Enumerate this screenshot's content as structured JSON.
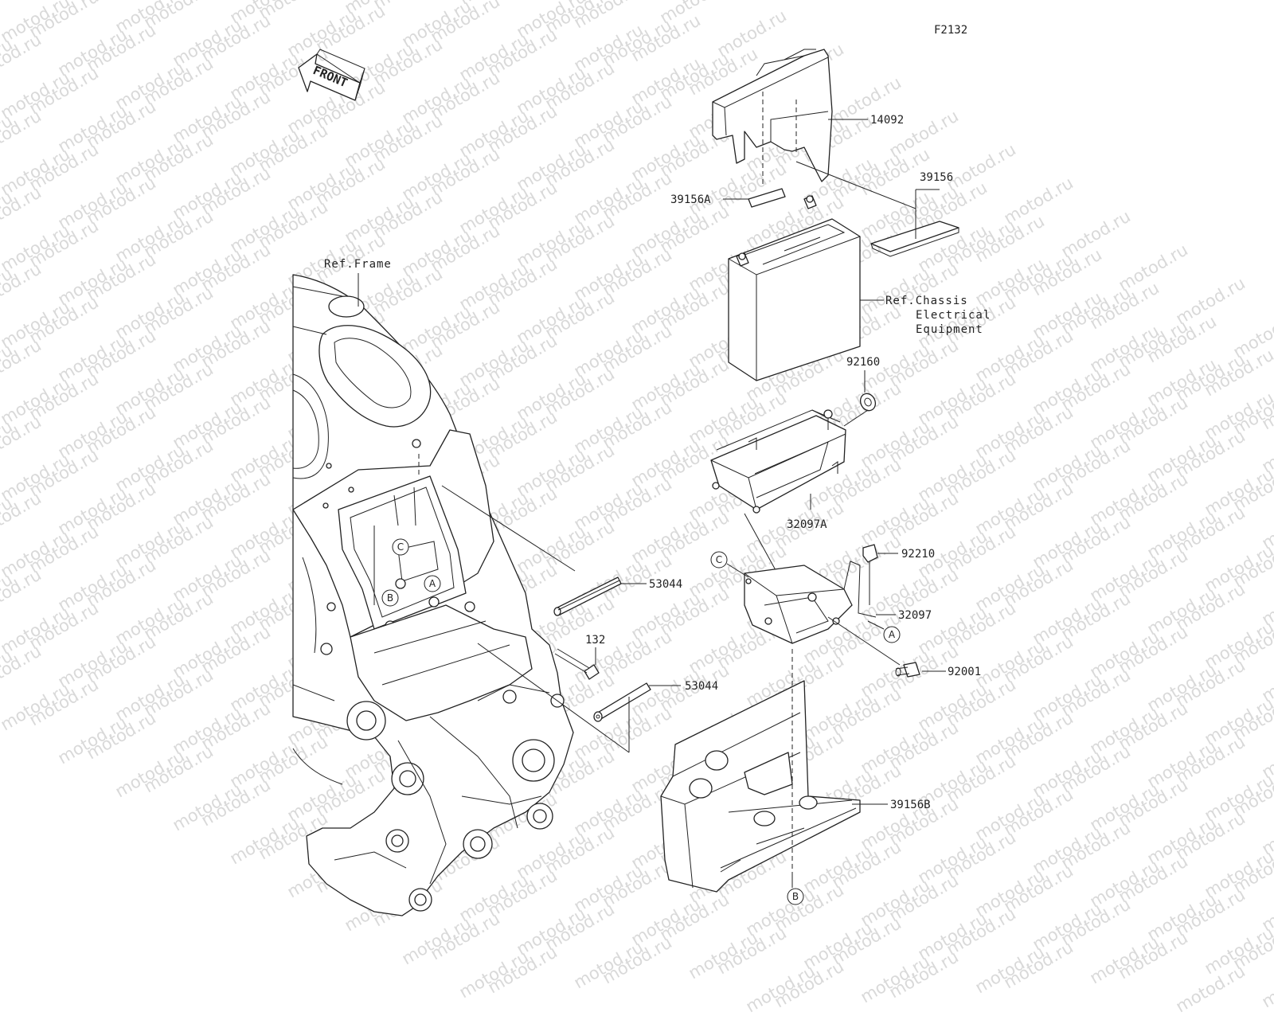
{
  "diagram_code": "F2132",
  "front_label": "FRONT",
  "watermark_text": "motod.ru",
  "reference_labels": {
    "frame": "Ref.Frame",
    "chassis_line1": "Ref.Chassis",
    "chassis_line2": "Electrical",
    "chassis_line3": "Equipment"
  },
  "part_labels": {
    "p14092": "14092",
    "p39156A": "39156A",
    "p39156": "39156",
    "p92160": "92160",
    "p32097A": "32097A",
    "p92210": "92210",
    "p32097": "32097",
    "p92001": "92001",
    "p53044_upper": "53044",
    "p53044_lower": "53044",
    "p132": "132",
    "p39156B": "39156B"
  },
  "callout_letters": {
    "frame_c": "C",
    "frame_a": "A",
    "frame_b": "B",
    "bracket_c": "C",
    "bracket_a": "A",
    "bottom_b": "B"
  },
  "colors": {
    "line": "#222222",
    "watermark": "#d9d9d9",
    "background": "#ffffff"
  }
}
